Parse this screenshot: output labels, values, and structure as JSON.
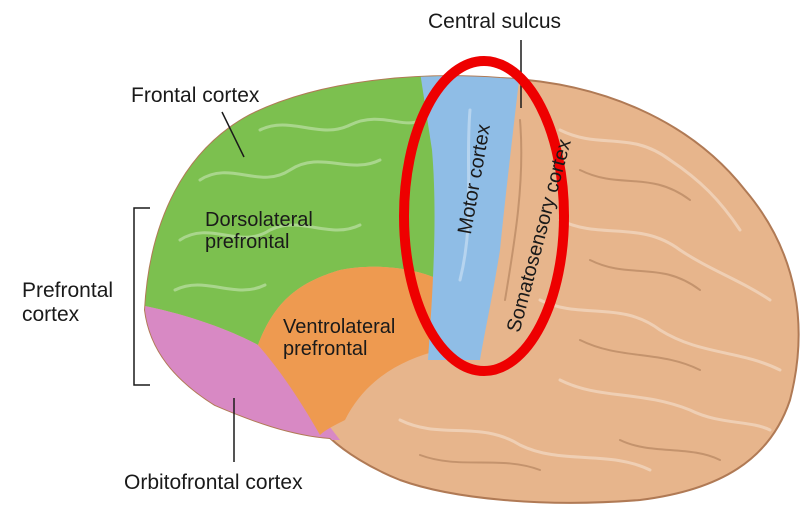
{
  "labels": {
    "central_sulcus": "Central sulcus",
    "frontal_cortex": "Frontal cortex",
    "prefrontal_cortex_line1": "Prefrontal",
    "prefrontal_cortex_line2": "cortex",
    "dorsolateral_line1": "Dorsolateral",
    "dorsolateral_line2": "prefrontal",
    "ventrolateral_line1": "Ventrolateral",
    "ventrolateral_line2": "prefrontal",
    "motor_cortex": "Motor cortex",
    "somatosensory_cortex": "Somatosensory cortex",
    "orbitofrontal_cortex": "Orbitofrontal cortex"
  },
  "colors": {
    "frontal_green": "#7cc04f",
    "motor_blue": "#8fbde6",
    "ventrolateral_orange": "#ee9a50",
    "orbitofrontal_pink": "#d889c4",
    "brain_tan": "#e7b58c",
    "highlight_red": "#ee0000"
  }
}
